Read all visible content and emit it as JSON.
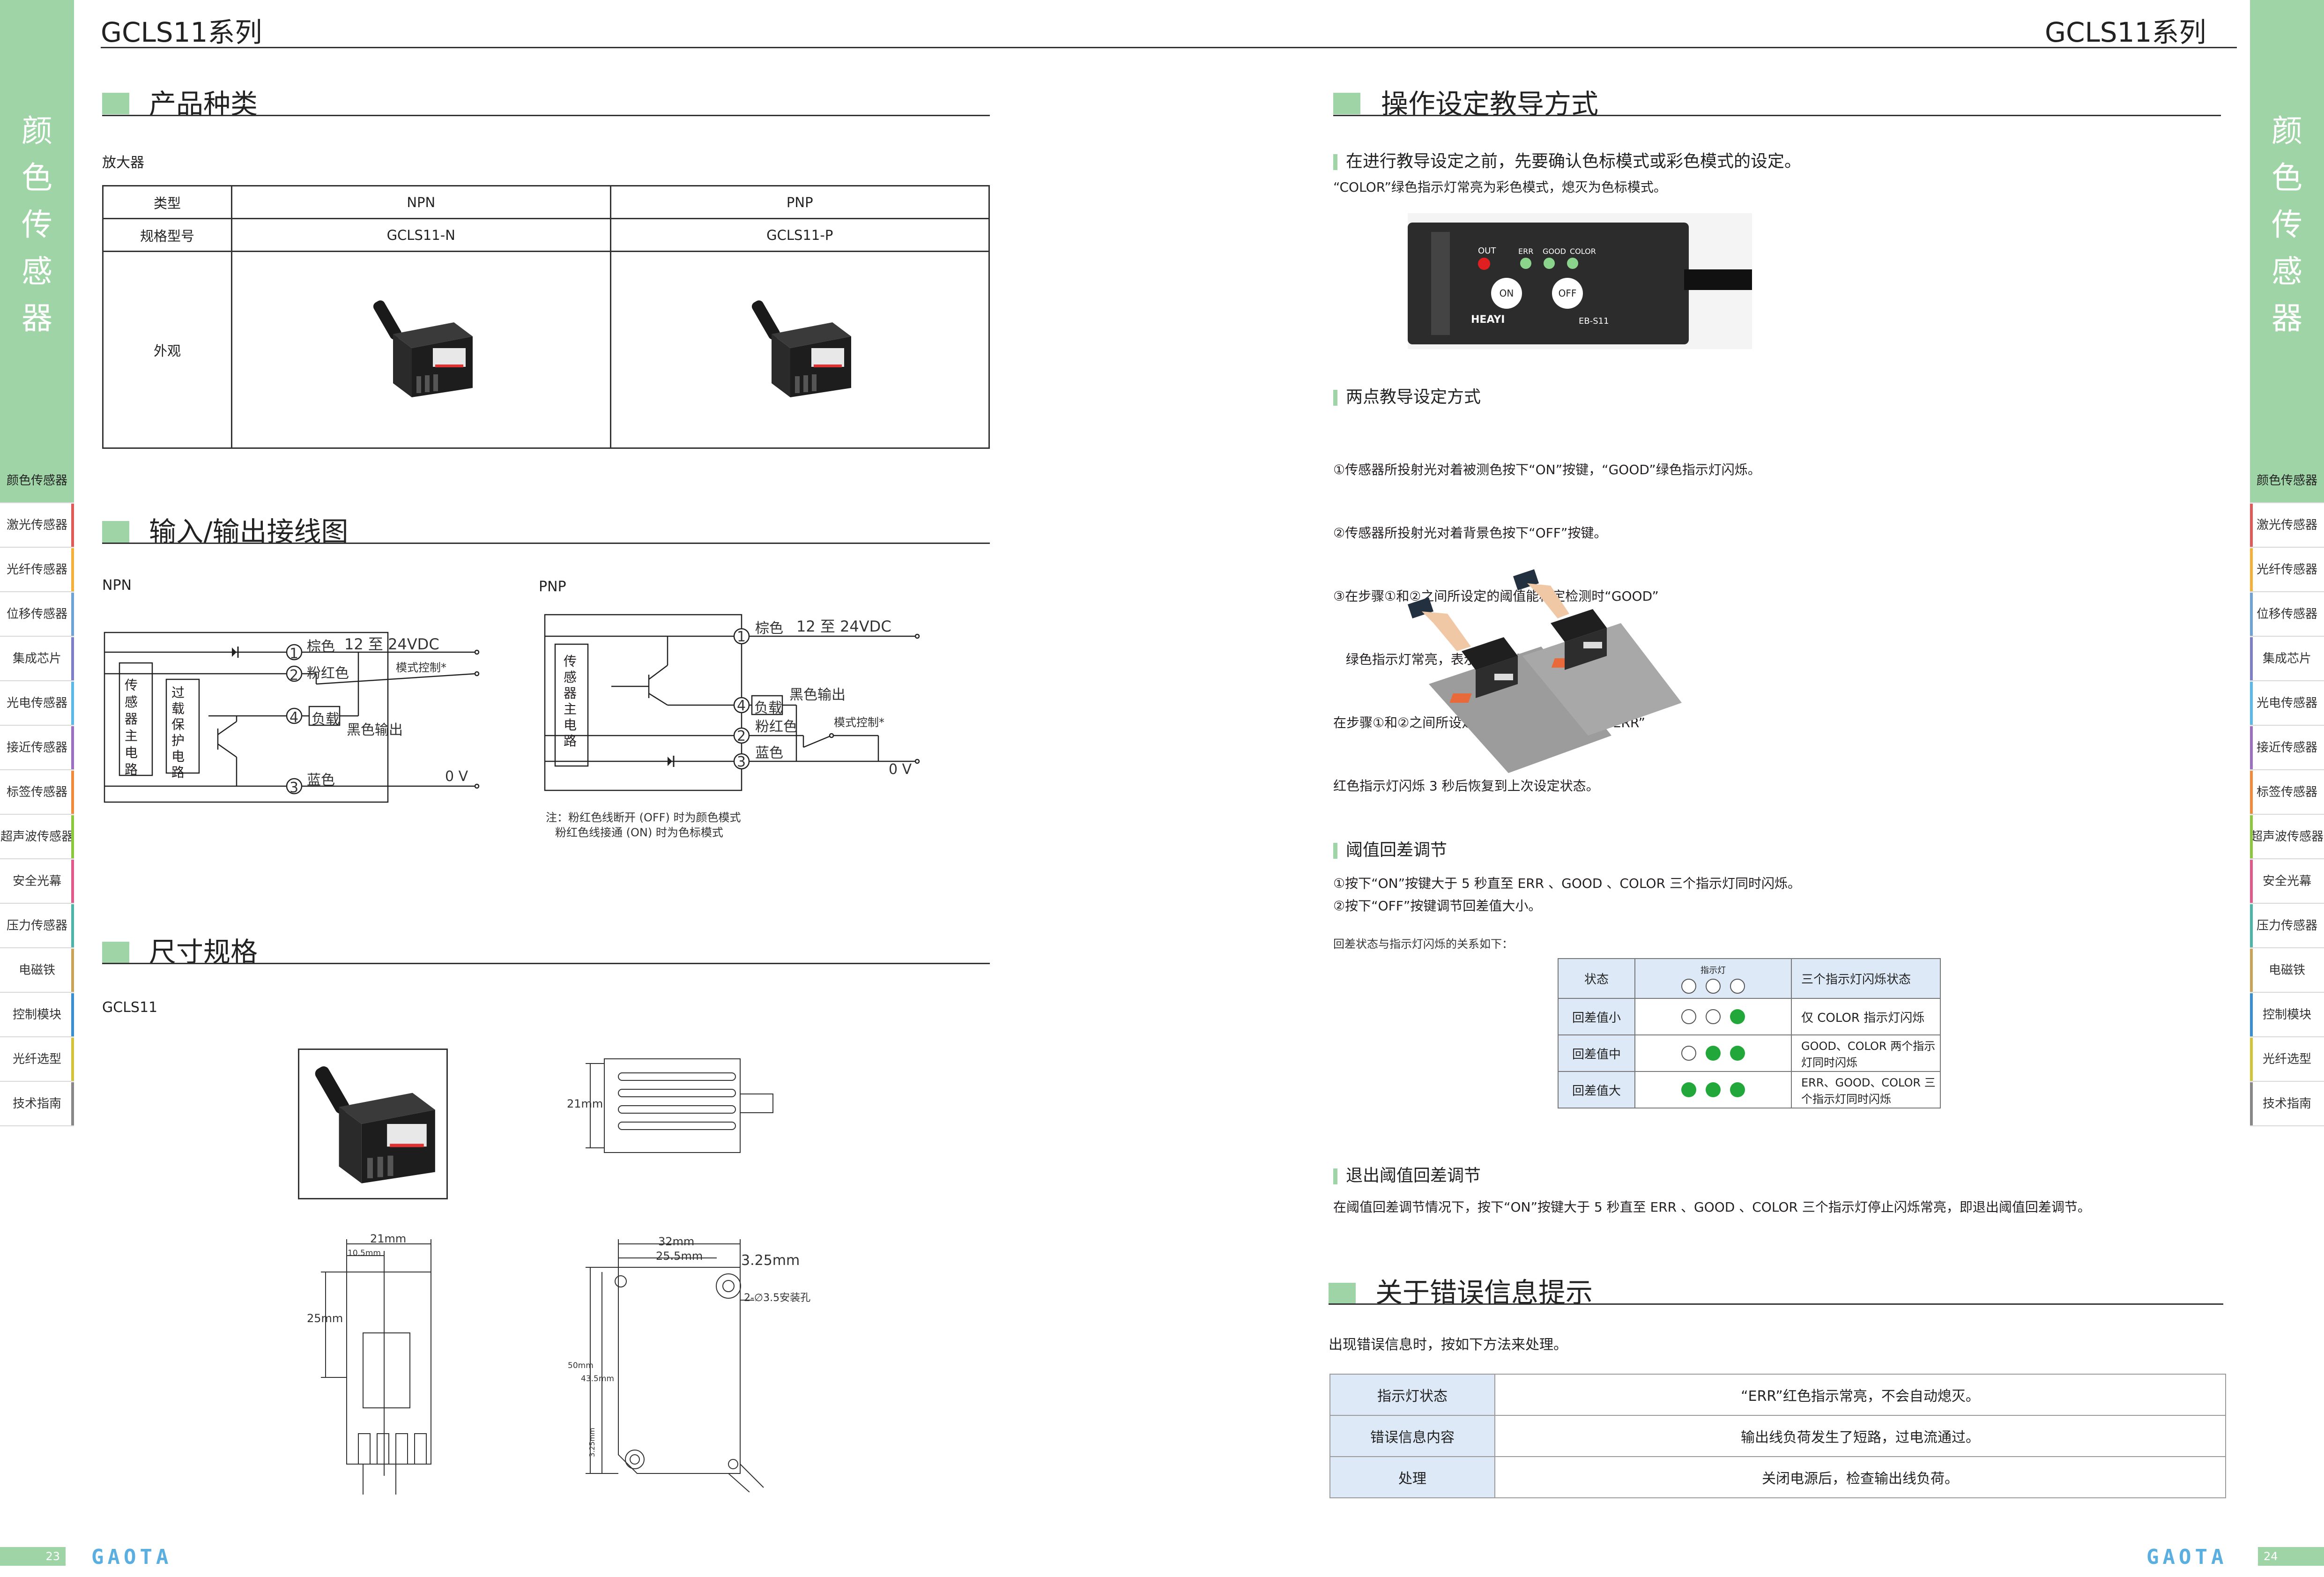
{
  "header": {
    "left_title": "GCLS11系列",
    "right_title": "GCLS11系列"
  },
  "sidebar": {
    "vertical_title": [
      "颜",
      "色",
      "传",
      "感",
      "器"
    ],
    "items": [
      {
        "label": "颜色传感器",
        "color": "#9fd4a6"
      },
      {
        "label": "激光传感器",
        "color": "#e05a5a"
      },
      {
        "label": "光纤传感器",
        "color": "#f3b13c"
      },
      {
        "label": "位移传感器",
        "color": "#6fa3d6"
      },
      {
        "label": "集成芯片",
        "color": "#7f7fc8"
      },
      {
        "label": "光电传感器",
        "color": "#5cb8e6"
      },
      {
        "label": "接近传感器",
        "color": "#9c6fc1"
      },
      {
        "label": "标签传感器",
        "color": "#f08a3c"
      },
      {
        "label": "超声波传感器",
        "color": "#8dc63f"
      },
      {
        "label": "安全光幕",
        "color": "#e05a8a"
      },
      {
        "label": "压力传感器",
        "color": "#4fb4a8"
      },
      {
        "label": "电磁铁",
        "color": "#c8a35a"
      },
      {
        "label": "控制模块",
        "color": "#3a8fd1"
      },
      {
        "label": "光纤选型",
        "color": "#d1c33a"
      },
      {
        "label": "技术指南",
        "color": "#888888"
      }
    ]
  },
  "products": {
    "title": "产品种类",
    "subtitle": "放大器",
    "table": {
      "row1": [
        "类型",
        "NPN",
        "PNP"
      ],
      "row2": [
        "规格型号",
        "GCLS11-N",
        "GCLS11-P"
      ],
      "row3_label": "外观"
    }
  },
  "wiring": {
    "title": "输入/输出接线图",
    "npn": {
      "label": "NPN",
      "main_circuit": "传感器主电路",
      "protect": "过载保护电路",
      "brown": "棕色",
      "voltage": "12 至 24VDC",
      "pink": "粉红色",
      "mode": "模式控制*",
      "load": "负载",
      "black": "黑色输出",
      "blue": "蓝色",
      "zero": "0 V",
      "pins": [
        "1",
        "2",
        "4",
        "3"
      ]
    },
    "pnp": {
      "label": "PNP",
      "main_circuit": "传感器主电路",
      "brown": "棕色",
      "voltage": "12 至 24VDC",
      "load": "负载",
      "black": "黑色输出",
      "pink": "粉红色",
      "mode": "模式控制*",
      "blue": "蓝色",
      "zero": "0 V",
      "pins": [
        "1",
        "4",
        "2",
        "3"
      ]
    },
    "note1": "注：粉红色线断开 (OFF) 时为颜色模式",
    "note2": "粉红色线接通 (ON) 时为色标模式"
  },
  "dimensions": {
    "title": "尺寸规格",
    "model": "GCLS11",
    "d21": "21mm",
    "d21b": "21mm",
    "d10": "10.5mm",
    "d25": "25mm",
    "d32": "32mm",
    "d25_5": "25.5mm",
    "d3_25": "3.25mm",
    "hole": "2-∅3.5安装孔",
    "d50": "50mm",
    "d43": "43.5mm",
    "d3_25b": "3.25mm"
  },
  "teach": {
    "title": "操作设定教导方式",
    "intro1": "在进行教导设定之前，先要确认色标模式或彩色模式的设定。",
    "intro2": "“COLOR”绿色指示灯常亮为彩色模式，熄灭为色标模式。",
    "device": {
      "out": "OUT",
      "err": "ERR",
      "good": "GOOD",
      "color": "COLOR",
      "on": "ON",
      "off": "OFF",
      "brand": "HEAYI",
      "model": "EB-S11"
    },
    "two_point": {
      "heading": "两点教导设定方式",
      "lines": [
        "①传感器所投射光对着被测色按下“ON”按键，“GOOD”绿色指示灯闪烁。",
        "②传感器所投射光对着背景色按下“OFF”按键。",
        "③在步骤①和②之间所设定的阈值能稳定检测时“GOOD”",
        "   绿色指示灯常亮，表示能正常开始检测了。",
        "在步骤①和②之间所设定的阈值不能稳定检测时“ERR”",
        "红色指示灯闪烁 3 秒后恢复到上次设定状态。"
      ]
    },
    "hysteresis": {
      "heading": "阈值回差调节",
      "lines": [
        "①按下“ON”按键大于 5 秒直至 ERR 、GOOD 、COLOR 三个指示灯同时闪烁。",
        "②按下“OFF”按键调节回差值大小。"
      ],
      "table_caption": "回差状态与指示灯闪烁的关系如下：",
      "header_state": "状态",
      "header_led": "指示灯",
      "header_desc": "三个指示灯闪烁状态",
      "rows": [
        {
          "state": "回差值小",
          "leds": [
            false,
            false,
            true
          ],
          "desc": "仅 COLOR 指示灯闪烁"
        },
        {
          "state": "回差值中",
          "leds": [
            false,
            true,
            true
          ],
          "desc": "GOOD、COLOR 两个指示灯同时闪烁"
        },
        {
          "state": "回差值大",
          "leds": [
            true,
            true,
            true
          ],
          "desc": "ERR、GOOD、COLOR 三个指示灯同时闪烁"
        }
      ]
    },
    "exit": {
      "heading": "退出阈值回差调节",
      "text": "在阈值回差调节情况下，按下“ON”按键大于 5 秒直至 ERR 、GOOD 、COLOR 三个指示灯停止闪烁常亮，即退出阈值回差调节。"
    }
  },
  "errors": {
    "title": "关于错误信息提示",
    "intro": "出现错误信息时，按如下方法来处理。",
    "rows": [
      {
        "label": "指示灯状态",
        "value": "“ERR”红色指示常亮，不会自动熄灭。"
      },
      {
        "label": "错误信息内容",
        "value": "输出线负荷发生了短路，过电流通过。"
      },
      {
        "label": "处理",
        "value": "关闭电源后，检查输出线负荷。"
      }
    ]
  },
  "footer": {
    "page_left": "23",
    "page_right": "24",
    "brand": "GAOTA"
  }
}
